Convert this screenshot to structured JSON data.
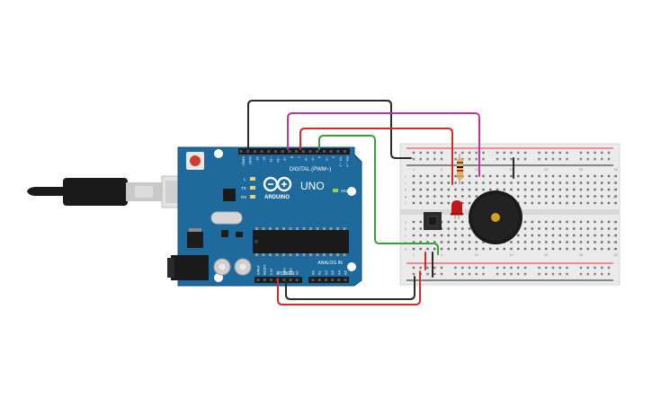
{
  "board": {
    "brand": "ARDUINO",
    "model": "UNO",
    "digital_label": "DIGITAL (PWM~)",
    "power_label": "POWER",
    "analog_label": "ANALOG IN",
    "on_label": "ON",
    "led_labels": [
      "L",
      "TX",
      "RX"
    ],
    "digital_pins": [
      "AREF",
      "GND",
      "13",
      "12",
      "~11",
      "~10",
      "~9",
      "8",
      "7",
      "~6",
      "~5",
      "4",
      "~3",
      "2",
      "TX→1",
      "RX←0"
    ],
    "power_pins": [
      "IOREF",
      "RESET",
      "3.3V",
      "5V",
      "GND",
      "GND",
      "Vin"
    ],
    "analog_pins": [
      "A0",
      "A1",
      "A2",
      "A3",
      "A4",
      "A5"
    ]
  },
  "breadboard": {
    "columns": 30,
    "row_letters_top": [
      "j",
      "i",
      "h",
      "g",
      "f"
    ],
    "row_letters_bottom": [
      "e",
      "d",
      "c",
      "b",
      "a"
    ],
    "column_label_every": 5
  },
  "colors": {
    "board": "#1e6a9c",
    "board_edge": "#154e78",
    "breadboard": "#ebebeb",
    "rail_red": "#e03a3a",
    "rail_black": "#222222",
    "wire_black": "#2a2a2a",
    "wire_magenta": "#c2369c",
    "wire_red": "#d42a2a",
    "wire_green": "#3aa03a",
    "led": "#c01818",
    "buzzer": "#1a1a1a"
  }
}
